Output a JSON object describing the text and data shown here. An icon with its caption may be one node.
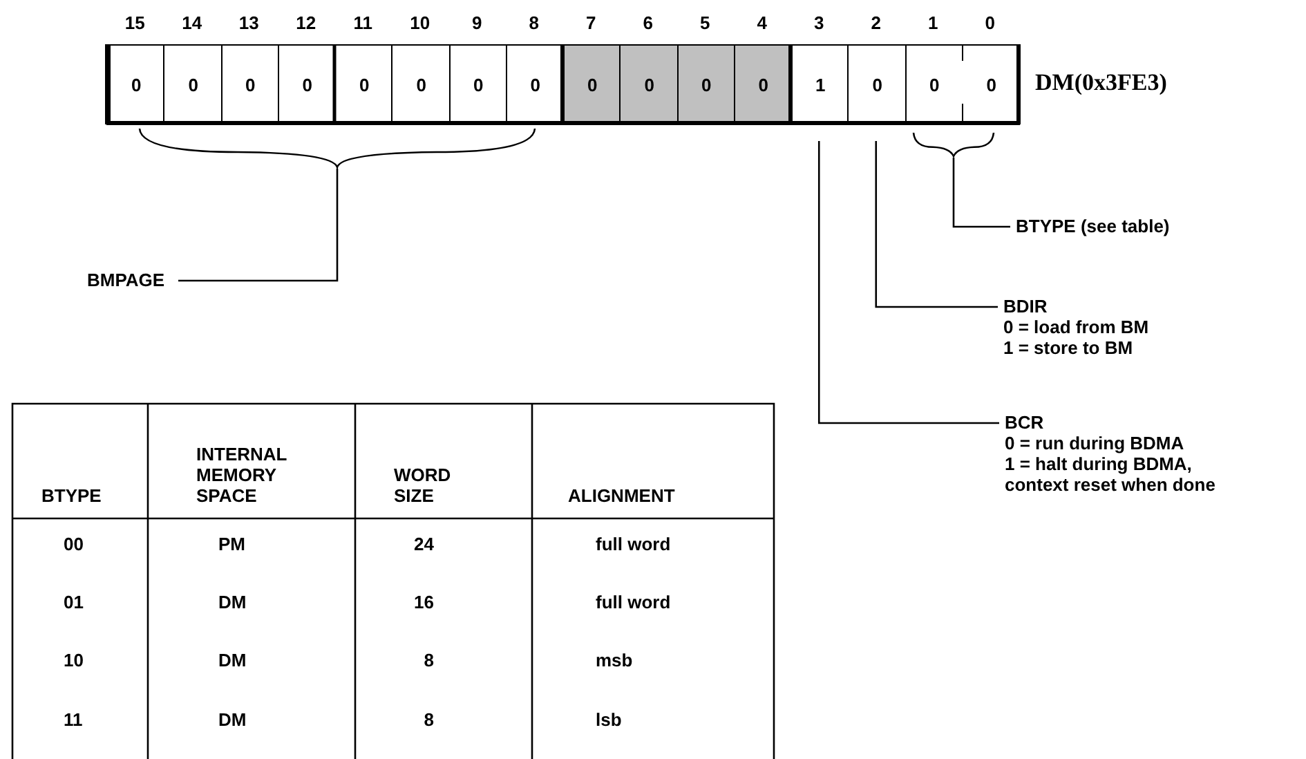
{
  "diagram": {
    "nodes": [
      {
        "text": [
          "DM(0x3FE3)"
        ]
      },
      {
        "text": [
          "15",
          "0"
        ],
        "in": 0
      },
      {
        "text": [
          "14",
          "0"
        ],
        "in": 0
      },
      {
        "text": [
          "13",
          "0"
        ],
        "in": 0
      },
      {
        "text": [
          "12",
          "0"
        ],
        "in": 0
      },
      {
        "text": [
          "11",
          "0"
        ],
        "in": 0
      },
      {
        "text": [
          "10",
          "0"
        ],
        "in": 0
      },
      {
        "text": [
          "9",
          "0"
        ],
        "in": 0
      },
      {
        "text": [
          "8",
          "0"
        ],
        "in": 0
      },
      {
        "text": [
          "7",
          "0"
        ],
        "in": 0
      },
      {
        "text": [
          "6",
          "0"
        ],
        "in": 0
      },
      {
        "text": [
          "5",
          "0"
        ],
        "in": 0
      },
      {
        "text": [
          "4",
          "0"
        ],
        "in": 0
      },
      {
        "text": [
          "3",
          "1"
        ],
        "in": 0
      },
      {
        "text": [
          "2",
          "0"
        ],
        "in": 0
      },
      {
        "text": [
          "1",
          "0"
        ],
        "in": 0
      },
      {
        "text": [
          "0",
          "0"
        ],
        "in": 0
      },
      {
        "text": [],
        "shape": "brace"
      },
      {
        "text": [],
        "shape": "brace"
      },
      {
        "text": [
          "BTYPE (see table)"
        ]
      },
      {
        "text": [
          "BMPAGE"
        ]
      },
      {
        "text": [
          "BDIR",
          "0 = load from BM",
          "1 = store to BM"
        ]
      },
      {
        "text": [
          "BCR",
          "0 = run during BDMA",
          "1 = halt during BDMA, context reset when done"
        ]
      }
    ],
    "edges": [
      {
        "from": 20,
        "to": 17,
        "arrow": "none"
      },
      {
        "from": 19,
        "to": 18,
        "arrow": "none"
      },
      {
        "from": 21,
        "to": 14,
        "arrow": "none"
      },
      {
        "from": 22,
        "to": 13,
        "arrow": "none"
      }
    ],
    "labels": [
      "BTYPE",
      "INTERNAL MEMORY SPACE",
      "WORD SIZE",
      "ALIGNMENT",
      "00",
      "PM",
      "24",
      "full word",
      "01",
      "DM",
      "16",
      "full word",
      "10",
      "DM",
      "8",
      "msb",
      "11",
      "DM",
      "8",
      "lsb"
    ]
  }
}
